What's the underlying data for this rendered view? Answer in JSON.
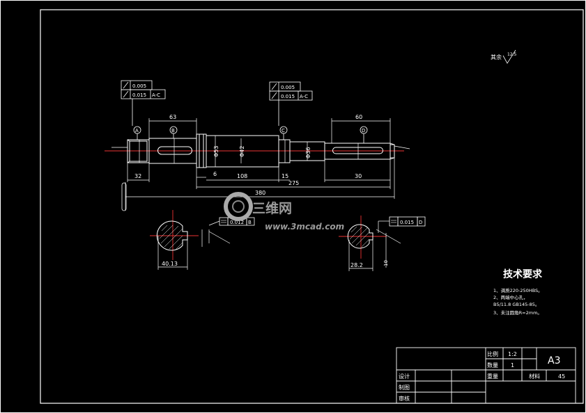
{
  "dims": {
    "d63": "63",
    "d60": "60",
    "d32": "32",
    "d30": "30",
    "d108": "108",
    "d15": "15",
    "d275": "275",
    "d380": "380",
    "d6": "6",
    "phi53": "Φ53",
    "phi42": "Φ42",
    "phi36": "Φ36"
  },
  "tolerance_frames": {
    "left": {
      "row1": "0.005",
      "row2a": "0.015",
      "row2b": "A-C"
    },
    "mid": {
      "row1": "0.005",
      "row2a": "0.015",
      "row2b": "A-C"
    },
    "sect_left": {
      "val": "0.012",
      "datum": "B"
    },
    "sect_right": {
      "val": "0.015",
      "datum": "D"
    }
  },
  "datums": [
    "A",
    "B",
    "C",
    "D"
  ],
  "sections": {
    "left_width": "40.13",
    "right_width": "28.2",
    "right_key": "10"
  },
  "roughness": {
    "label": "其余",
    "value": "12.5"
  },
  "watermark": {
    "cn": "三维网",
    "url": "www.3mcad.com"
  },
  "tech_requirements": {
    "title": "技术要求",
    "items": [
      "1、调质220-250HBS。",
      "2、两端中心孔，",
      "   B5/11.8  GB145-85。",
      "3、未注圆角R=2mm。"
    ]
  },
  "title_block": {
    "scale_label": "比例",
    "scale_value": "1:2",
    "qty_label": "数量",
    "qty_value": "1",
    "weight_label": "重量",
    "material_label": "材料",
    "material_value": "45",
    "sheet": "A3",
    "design_label": "设计",
    "draw_label": "制图",
    "review_label": "审核"
  }
}
